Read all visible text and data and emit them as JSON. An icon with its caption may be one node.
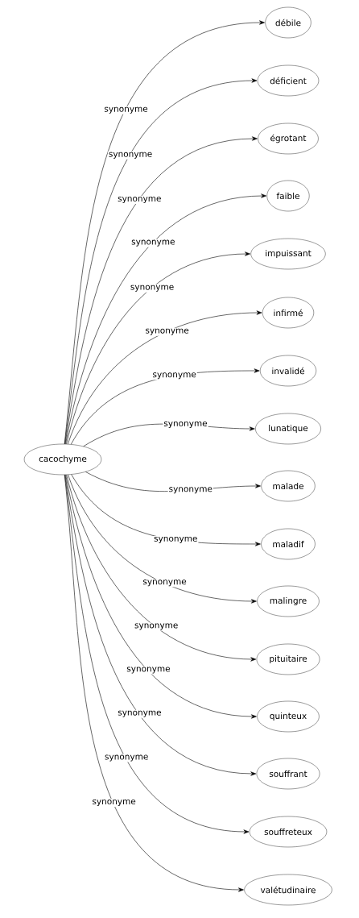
{
  "diagram": {
    "nodes": [
      {
        "text": [
          "cacochyme"
        ]
      },
      {
        "text": [
          "débile"
        ]
      },
      {
        "text": [
          "déficient"
        ]
      },
      {
        "text": [
          "égrotant"
        ]
      },
      {
        "text": [
          "faible"
        ]
      },
      {
        "text": [
          "impuissant"
        ]
      },
      {
        "text": [
          "infirmé"
        ]
      },
      {
        "text": [
          "invalidé"
        ]
      },
      {
        "text": [
          "lunatique"
        ]
      },
      {
        "text": [
          "malade"
        ]
      },
      {
        "text": [
          "maladif"
        ]
      },
      {
        "text": [
          "malingre"
        ]
      },
      {
        "text": [
          "pituitaire"
        ]
      },
      {
        "text": [
          "quinteux"
        ]
      },
      {
        "text": [
          "souffrant"
        ]
      },
      {
        "text": [
          "souffreteux"
        ]
      },
      {
        "text": [
          "valétudinaire"
        ]
      }
    ],
    "edges": [
      {
        "from": 0,
        "to": 1,
        "arrow": "to",
        "label": "synonyme"
      },
      {
        "from": 0,
        "to": 2,
        "arrow": "to",
        "label": "synonyme"
      },
      {
        "from": 0,
        "to": 3,
        "arrow": "to",
        "label": "synonyme"
      },
      {
        "from": 0,
        "to": 4,
        "arrow": "to",
        "label": "synonyme"
      },
      {
        "from": 0,
        "to": 5,
        "arrow": "to",
        "label": "synonyme"
      },
      {
        "from": 0,
        "to": 6,
        "arrow": "to",
        "label": "synonyme"
      },
      {
        "from": 0,
        "to": 7,
        "arrow": "to",
        "label": "synonyme"
      },
      {
        "from": 0,
        "to": 8,
        "arrow": "to",
        "label": "synonyme"
      },
      {
        "from": 0,
        "to": 9,
        "arrow": "to",
        "label": "synonyme"
      },
      {
        "from": 0,
        "to": 10,
        "arrow": "to",
        "label": "synonyme"
      },
      {
        "from": 0,
        "to": 11,
        "arrow": "to",
        "label": "synonyme"
      },
      {
        "from": 0,
        "to": 12,
        "arrow": "to",
        "label": "synonyme"
      },
      {
        "from": 0,
        "to": 13,
        "arrow": "to",
        "label": "synonyme"
      },
      {
        "from": 0,
        "to": 14,
        "arrow": "to",
        "label": "synonyme"
      },
      {
        "from": 0,
        "to": 15,
        "arrow": "to",
        "label": "synonyme"
      },
      {
        "from": 0,
        "to": 16,
        "arrow": "to",
        "label": "synonyme"
      }
    ]
  }
}
